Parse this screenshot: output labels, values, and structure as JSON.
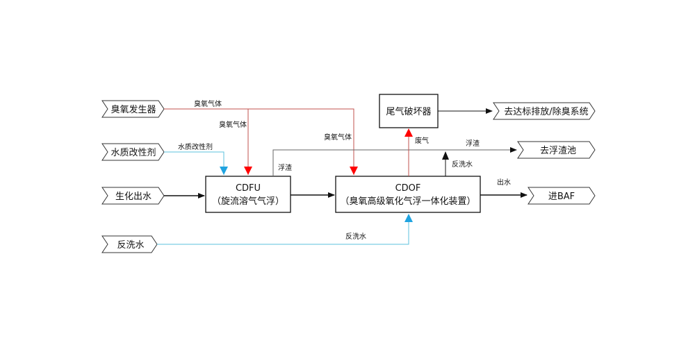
{
  "inputs": {
    "ozone_generator": "臭氧发生器",
    "water_modifier": "水质改性剂",
    "bio_effluent": "生化出水",
    "backwash_water": "反洗水"
  },
  "outputs": {
    "discharge_deodor": "去达标排放/除臭系统",
    "to_scum_tank": "去浮渣池",
    "to_baf": "进BAF"
  },
  "boxes": {
    "cdfu_title": "CDFU",
    "cdfu_subtitle": "（旋流溶气气浮）",
    "cdof_title": "CDOF",
    "cdof_subtitle": "（臭氧高级氧化气浮一体化装置）",
    "offgas_destructor": "尾气破坏器"
  },
  "flow_labels": {
    "ozone_gas_top": "臭氧气体",
    "ozone_gas_to_cdfu": "臭氧气体",
    "ozone_gas_to_cdof": "臭氧气体",
    "modifier_flow": "水质改性剂",
    "scum_cdfu": "浮渣",
    "scum_top": "浮渣",
    "waste_gas": "废气",
    "backwash_up": "反洗水",
    "effluent": "出水",
    "backwash_bottom": "反洗水"
  },
  "colors": {
    "ozone_line": "#c0504d",
    "ozone_arrow": "#ff0000",
    "modifier_line": "#5bc0de",
    "modifier_arrow": "#1fa3e0",
    "black": "#111111",
    "gray_line": "#777777"
  }
}
